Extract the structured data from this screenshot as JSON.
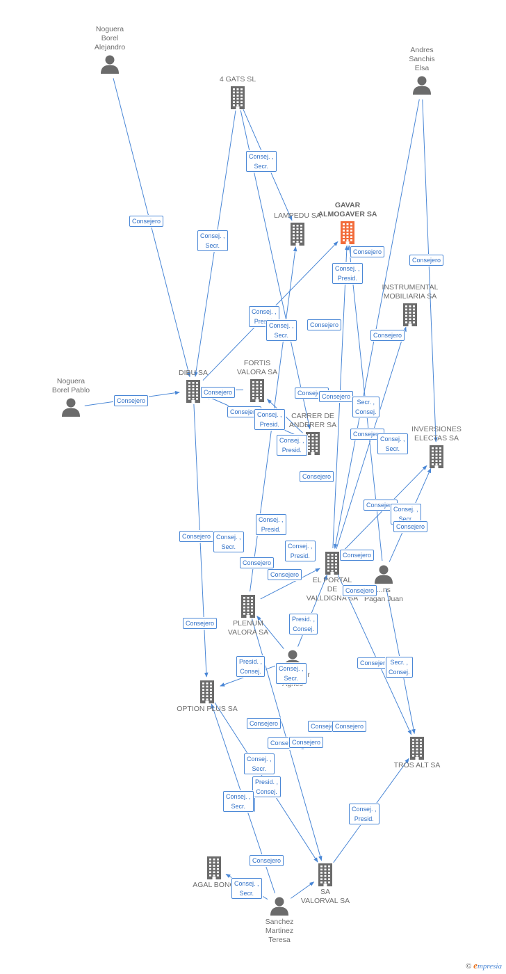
{
  "colors": {
    "edge": "#4a87d6",
    "node_icon": "#6b6b6b",
    "focus_icon": "#f26b3a",
    "box_text": "#2f6fc6"
  },
  "nodes": [
    {
      "id": "noguera_alejandro",
      "label": "Noguera\nBorel\nAlejandro",
      "type": "person"
    },
    {
      "id": "gats",
      "label": "4 GATS SL",
      "type": "company"
    },
    {
      "id": "andres",
      "label": "Andres\nSanchis\nElsa",
      "type": "person"
    },
    {
      "id": "gavar",
      "label": "GAVAR\nALMOGAVER SA",
      "type": "company",
      "focus": true
    },
    {
      "id": "lampedu",
      "label": "LAMPEDU SA",
      "type": "company"
    },
    {
      "id": "instrumental",
      "label": "INSTRUMENTAL\nMOBILIARIA SA",
      "type": "company"
    },
    {
      "id": "noguera_pablo",
      "label": "Noguera\nBorel Pablo",
      "type": "person"
    },
    {
      "id": "dibu",
      "label": "DIBU SA",
      "type": "company"
    },
    {
      "id": "fortis",
      "label": "FORTIS\nVALORA SA",
      "type": "company"
    },
    {
      "id": "carrer",
      "label": "CARRER DE\nANDERER SA",
      "type": "company"
    },
    {
      "id": "inversiones",
      "label": "INVERSIONES\nELECTAS SA",
      "type": "company"
    },
    {
      "id": "portal",
      "label": "EL PORTAL\nDE\nVALLDIGNA SA",
      "type": "company"
    },
    {
      "id": "pagan",
      "label": "...ns\nPagan Juan",
      "type": "person"
    },
    {
      "id": "plenum",
      "label": "PLENUM\nVALORA SA",
      "type": "company"
    },
    {
      "id": "lemonnier",
      "label": "Lemonnier\nAgnes",
      "type": "person"
    },
    {
      "id": "option",
      "label": "OPTION PLUS SA",
      "type": "company"
    },
    {
      "id": "tros",
      "label": "TROS ALT SA",
      "type": "company"
    },
    {
      "id": "agal",
      "label": "AGAL BONO",
      "type": "company"
    },
    {
      "id": "valorval",
      "label": "SA\nVALORVAL SA",
      "type": "company"
    },
    {
      "id": "teresa",
      "label": "Sanchez\nMartinez\nTeresa",
      "type": "person"
    }
  ],
  "edges": [
    {
      "from": "noguera_alejandro",
      "to": "dibu",
      "label": "Consejero"
    },
    {
      "from": "gats",
      "to": "dibu",
      "label": "Consej. ,\nSecr."
    },
    {
      "from": "gats",
      "to": "lampedu",
      "label": "Consej. ,\nSecr."
    },
    {
      "from": "gats",
      "to": "carrer",
      "label": "Consej. ,\nSecr."
    },
    {
      "from": "andres",
      "to": "portal",
      "label": "Consejero"
    },
    {
      "from": "andres",
      "to": "inversiones",
      "label": "Consejero"
    },
    {
      "from": "dibu",
      "to": "gavar",
      "label": "Consej. ,\nPresid."
    },
    {
      "from": "noguera_pablo",
      "to": "dibu",
      "label": "Consejero"
    },
    {
      "from": "fortis",
      "to": "dibu",
      "label": "Consejero"
    },
    {
      "from": "portal",
      "to": "gavar",
      "label": "Consej. ,\nPresid."
    },
    {
      "from": "portal",
      "to": "instrumental",
      "label": "Consejero"
    },
    {
      "from": "plenum",
      "to": "lampedu",
      "label": "Consejero"
    },
    {
      "from": "carrer",
      "to": "dibu",
      "label": "Consejero"
    },
    {
      "from": "carrer",
      "to": "fortis",
      "label": "Consej. ,\nPresid."
    },
    {
      "from": "pagan",
      "to": "gavar",
      "label": "Consejero"
    },
    {
      "from": "pagan",
      "to": "inversiones",
      "label": "Consej. ,\nSecr."
    },
    {
      "from": "pagan",
      "to": "tros",
      "label": "Secr. ,\nConsej."
    },
    {
      "from": "portal",
      "to": "inversiones",
      "label": "Consejero"
    },
    {
      "from": "plenum",
      "to": "portal",
      "label": "Consejero"
    },
    {
      "from": "lemonnier",
      "to": "plenum",
      "label": "Presid. ,\nConsej."
    },
    {
      "from": "lemonnier",
      "to": "option",
      "label": "Consejero"
    },
    {
      "from": "lemonnier",
      "to": "portal",
      "label": "Presid. ,\nConsej."
    },
    {
      "from": "dibu",
      "to": "option",
      "label": "Consejero"
    },
    {
      "from": "option",
      "to": "valorval",
      "label": "Consejero"
    },
    {
      "from": "teresa",
      "to": "agal",
      "label": "Consejero"
    },
    {
      "from": "teresa",
      "to": "option",
      "label": "Consej. ,\nSecr."
    },
    {
      "from": "teresa",
      "to": "valorval",
      "label": "Consej. ,\nSecr."
    },
    {
      "from": "valorval",
      "to": "tros",
      "label": "Consej. ,\nPresid."
    },
    {
      "from": "plenum",
      "to": "valorval",
      "label": "Presid. ,\nConsej."
    },
    {
      "from": "portal",
      "to": "tros",
      "label": "Secr. ,\nConsej."
    }
  ],
  "boxes": [
    {
      "label": "Consejero"
    },
    {
      "label": "Consej. ,\nSecr."
    },
    {
      "label": "Consej. ,\nSecr."
    },
    {
      "label": "Consejero"
    },
    {
      "label": "Consejero"
    },
    {
      "label": "Consej. ,\nPresid."
    },
    {
      "label": "Consejero"
    },
    {
      "label": "Consej. ,\nPresid."
    },
    {
      "label": "Consej. ,\nSecr."
    },
    {
      "label": "Consejero"
    },
    {
      "label": "Consejero"
    },
    {
      "label": "Consejero"
    },
    {
      "label": "Consejero"
    },
    {
      "label": "Consejero"
    },
    {
      "label": "Consejero"
    },
    {
      "label": "Consej. ,\nPresid."
    },
    {
      "label": "Consejero"
    },
    {
      "label": "Secr. ,\nConsej."
    },
    {
      "label": "Consej. ,\nPresid."
    },
    {
      "label": "Consejero"
    },
    {
      "label": "Consej. ,\nSecr."
    },
    {
      "label": "Consejero"
    },
    {
      "label": "Consejero"
    },
    {
      "label": "Consej. ,\nSecr."
    },
    {
      "label": "Consejero"
    },
    {
      "label": "Consej. ,\nPresid."
    },
    {
      "label": "Consejero"
    },
    {
      "label": "Consej. ,\nSecr."
    },
    {
      "label": "Consej. ,\nPresid."
    },
    {
      "label": "Consejero"
    },
    {
      "label": "Consejero"
    },
    {
      "label": "Consejero"
    },
    {
      "label": "Consejero"
    },
    {
      "label": "Consejero"
    },
    {
      "label": "Presid. ,\nConsej."
    },
    {
      "label": "Consejero"
    },
    {
      "label": "Presid. ,\nConsej."
    },
    {
      "label": "Consej. ,\nSecr."
    },
    {
      "label": "Consejero"
    },
    {
      "label": "Secr. ,\nConsej."
    },
    {
      "label": "Consejero"
    },
    {
      "label": "Consejero"
    },
    {
      "label": "Consej. ,\nSecr."
    },
    {
      "label": "Consejero"
    },
    {
      "label": "Consejero"
    },
    {
      "label": "Consej. ,\nSecr."
    },
    {
      "label": "Presid. ,\nConsej."
    },
    {
      "label": "Consej. ,\nSecr."
    },
    {
      "label": "Consej. ,\nPresid."
    },
    {
      "label": "Consejero"
    },
    {
      "label": "Consej. ,\nSecr."
    }
  ],
  "brand": {
    "copyright": "©",
    "e": "e",
    "rest": "mpresia"
  }
}
